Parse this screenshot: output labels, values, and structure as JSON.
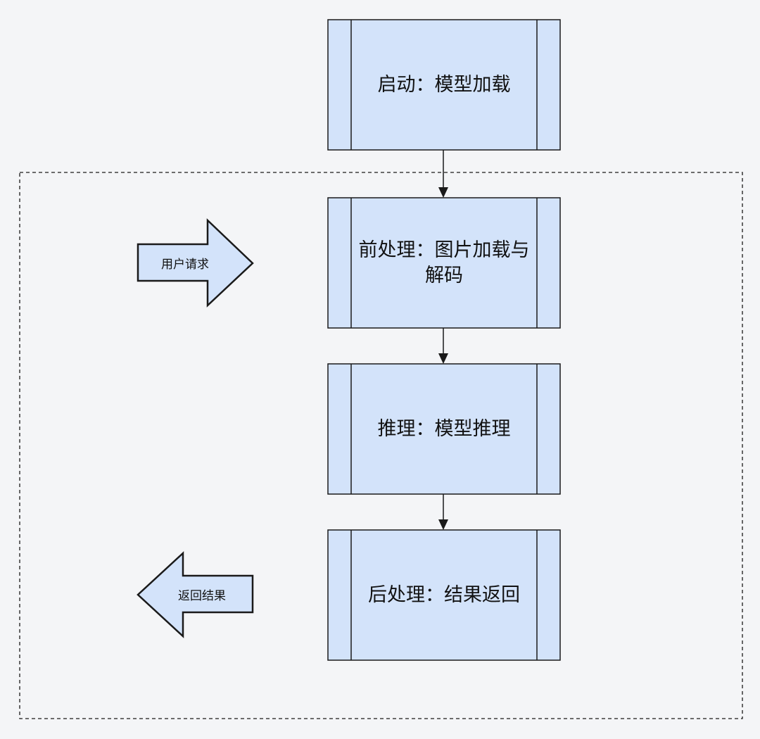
{
  "steps": [
    {
      "id": "startup",
      "label": "启动：模型加载"
    },
    {
      "id": "preprocess",
      "label": "前处理：图片加载与解码"
    },
    {
      "id": "inference",
      "label": "推理：模型推理"
    },
    {
      "id": "postprocess",
      "label": "后处理：结果返回"
    }
  ],
  "side_arrows": {
    "request": {
      "label": "用户请求",
      "direction": "right"
    },
    "result": {
      "label": "返回结果",
      "direction": "left"
    }
  },
  "colors": {
    "background": "#f4f5f7",
    "box_fill": "#d3e3fa",
    "box_stroke": "#1a1a1a",
    "arrow_fill": "#d3e3fa",
    "connector": "#1a1a1a",
    "dashed_border": "#1a1a1a"
  }
}
